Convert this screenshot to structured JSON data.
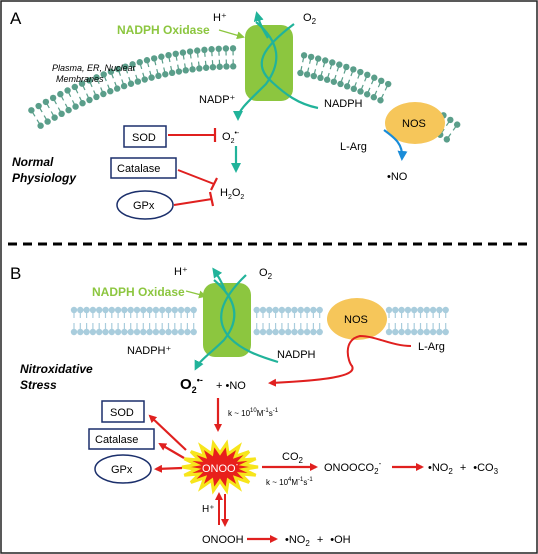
{
  "panel_a": {
    "letter": "A",
    "nadph_oxidase": "NADPH Oxidase",
    "h_plus": "H⁺",
    "o2": "O",
    "o2_sub": "2",
    "membrane_label_1": "Plasma, ER, Nuclear",
    "membrane_label_2": "Membranes",
    "nadp_plus": "NADP⁺",
    "nadph": "NADPH",
    "nos": "NOS",
    "superoxide": "O",
    "superoxide_sub": "2",
    "superoxide_sup": "•-",
    "l_arg": "L-Arg",
    "no": "•NO",
    "sod": "SOD",
    "catalase": "Catalase",
    "gpx": "GPx",
    "h2o2_h": "H",
    "h2o2_sub1": "2",
    "h2o2_o": "O",
    "h2o2_sub2": "2",
    "condition_1": "Normal",
    "condition_2": "Physiology"
  },
  "panel_b": {
    "letter": "B",
    "nadph_oxidase": "NADPH Oxidase",
    "h_plus": "H⁺",
    "o2": "O",
    "o2_sub": "2",
    "nos": "NOS",
    "l_arg": "L-Arg",
    "nadph_plus": "NADPH⁺",
    "nadph": "NADPH",
    "condition_1": "Nitroxidative",
    "condition_2": "Stress",
    "superoxide": "O",
    "superoxide_sub": "2",
    "superoxide_sup": "•-",
    "plus_no": "+  •NO",
    "rate1_k": "k ~ 10",
    "rate1_exp": "10",
    "rate1_unit": "M",
    "rate1_unit_exp": "-1",
    "rate1_s": "s",
    "rate1_s_exp": "-1",
    "sod": "SOD",
    "catalase": "Catalase",
    "gpx": "GPx",
    "onoo": "ONOO",
    "onoo_sup": "-",
    "co2": "CO",
    "co2_sub": "2",
    "rate2_k": "k ~ 10",
    "rate2_exp": "4",
    "rate2_unit": "M",
    "rate2_unit_exp": "-1",
    "rate2_s": "s",
    "rate2_s_exp": "-1",
    "onoococ": "ONOOCO",
    "onoococ_sub": "2",
    "onoococ_sup": "-",
    "products1_a": "•NO",
    "products1_a_sub": "2",
    "products1_plus": "+",
    "products1_b": "•CO",
    "products1_b_sub": "3",
    "h_plus_lower": "H⁺",
    "onooh": "ONOOH",
    "products2_a": "•NO",
    "products2_a_sub": "2",
    "products2_plus": "+",
    "products2_b": "•OH"
  },
  "colors": {
    "membrane_a": "#5a9e8a",
    "membrane_b": "#a9cddd",
    "nadph_oxidase": "#8cc63f",
    "nos": "#f6c65a",
    "teal_arrow": "#21b39a",
    "red_arrow": "#e0201f",
    "blue_arrow": "#1a8cd8",
    "box_border": "#1b2f6b",
    "starburst_fill": "#e8201c",
    "starburst_stroke": "#f7e51b"
  }
}
